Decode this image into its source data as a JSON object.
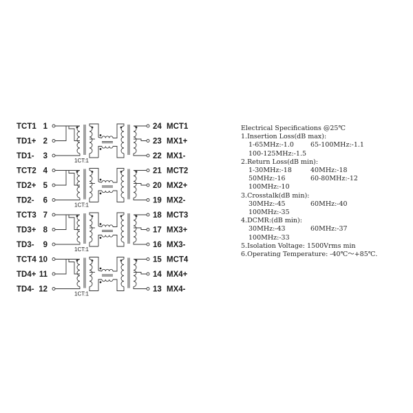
{
  "left_pins": [
    {
      "name": "TCT1",
      "num": "1"
    },
    {
      "name": "TD1+",
      "num": "2"
    },
    {
      "name": "TD1-",
      "num": "3"
    },
    {
      "name": "TCT2",
      "num": "4"
    },
    {
      "name": "TD2+",
      "num": "5"
    },
    {
      "name": "TD2-",
      "num": "6"
    },
    {
      "name": "TCT3",
      "num": "7"
    },
    {
      "name": "TD3+",
      "num": "8"
    },
    {
      "name": "TD3-",
      "num": "9"
    },
    {
      "name": "TCT4",
      "num": "10"
    },
    {
      "name": "TD4+",
      "num": "11"
    },
    {
      "name": "TD4-",
      "num": "12"
    }
  ],
  "right_pins": [
    {
      "name": "MCT1",
      "num": "24"
    },
    {
      "name": "MX1+",
      "num": "23"
    },
    {
      "name": "MX1-",
      "num": "22"
    },
    {
      "name": "MCT2",
      "num": "21"
    },
    {
      "name": "MX2+",
      "num": "20"
    },
    {
      "name": "MX2-",
      "num": "19"
    },
    {
      "name": "MCT3",
      "num": "18"
    },
    {
      "name": "MX3+",
      "num": "17"
    },
    {
      "name": "MX3-",
      "num": "16"
    },
    {
      "name": "MCT4",
      "num": "15"
    },
    {
      "name": "MX4+",
      "num": "14"
    },
    {
      "name": "MX4-",
      "num": "13"
    }
  ],
  "ratio_label": "1CT:1",
  "spec": {
    "title": "Electrical Specifications @25℃",
    "sections": [
      {
        "heading": "1.Insertion Loss(dB max):",
        "rows": [
          [
            "1-65MHz:-1.0",
            "65-100MHz:-1.1"
          ],
          [
            "100-125MHz:-1.5"
          ]
        ]
      },
      {
        "heading": "2.Return Loss(dB min):",
        "rows": [
          [
            "1-30MHz:-18",
            "40MHz:-18"
          ],
          [
            "50MHz:-16",
            "60-80MHz:-12"
          ],
          [
            "100MHz:-10"
          ]
        ]
      },
      {
        "heading": "3.Crosstalk(dB min):",
        "rows": [
          [
            "30MHz:-45",
            "60MHz:-40"
          ],
          [
            "100MHz:-35"
          ]
        ]
      },
      {
        "heading": "4.DCMR:(dB min):",
        "rows": [
          [
            "30MHz:-43",
            "60MHz:-37"
          ],
          [
            "100MHz:-33"
          ]
        ]
      },
      {
        "heading": "5.Isolation Voltage: 1500Vrms min",
        "rows": []
      },
      {
        "heading": "6.Operating Temperature: -40℃～+85℃.",
        "rows": []
      }
    ]
  }
}
